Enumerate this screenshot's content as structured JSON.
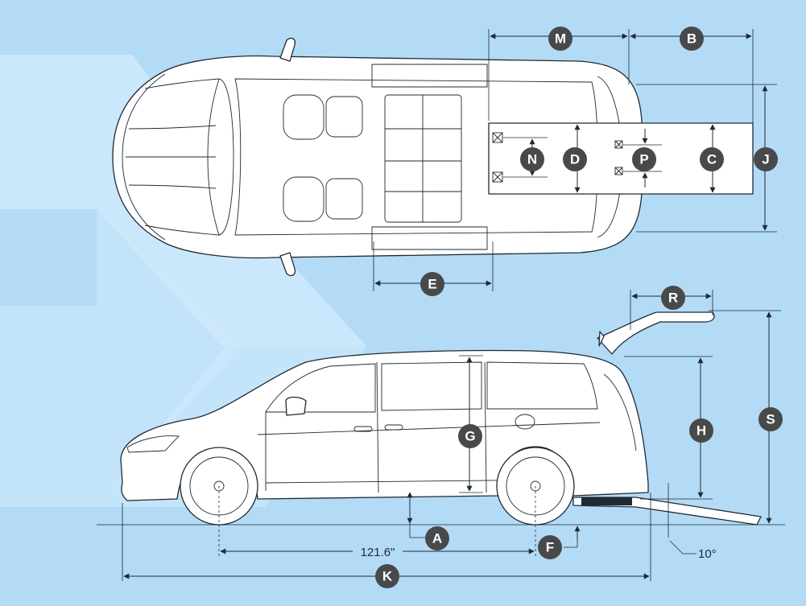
{
  "labels": {
    "m": "M",
    "b": "B",
    "n": "N",
    "d": "D",
    "p": "P",
    "c": "C",
    "j": "J",
    "e": "E",
    "r": "R",
    "g": "G",
    "h": "H",
    "s": "S",
    "a": "A",
    "f": "F",
    "k": "K"
  },
  "wheelbase_text": "121.6\"",
  "ramp_angle_text": "10°",
  "colors": {
    "background": "#b3dbf6",
    "arrow_light": "#cfe9fb",
    "badge": "#48494b",
    "line": "#1f2a33"
  }
}
